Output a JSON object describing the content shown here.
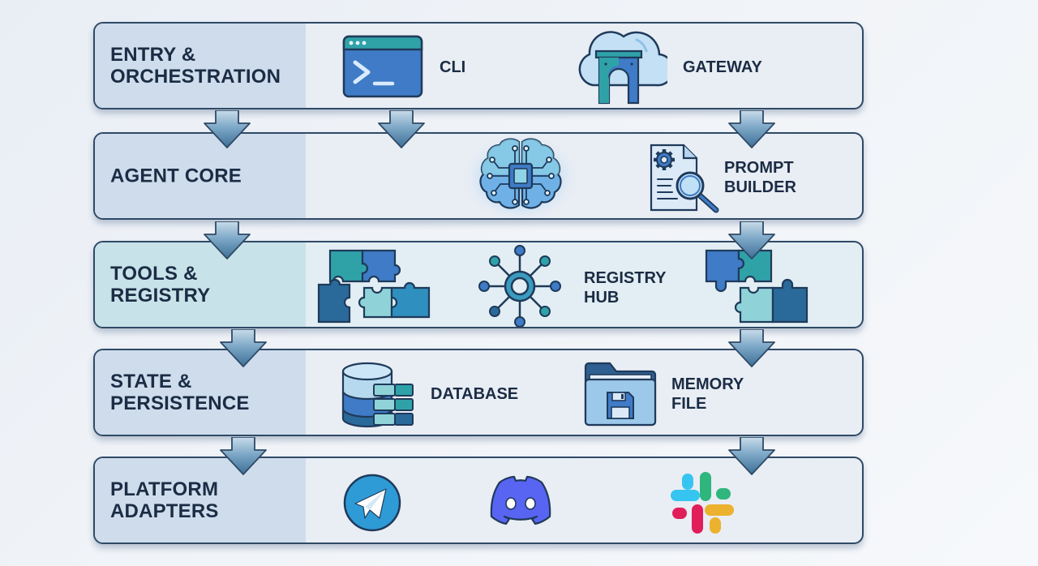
{
  "diagram": {
    "layers": [
      {
        "label": "ENTRY &\nORCHESTRATION",
        "components": [
          {
            "label": "CLI",
            "icon": "terminal-window-icon"
          },
          {
            "label": "GATEWAY",
            "icon": "cloud-gateway-icon"
          }
        ]
      },
      {
        "label": "AGENT CORE",
        "components": [
          {
            "label": "",
            "icon": "brain-chip-icon"
          },
          {
            "label": "PROMPT\nBUILDER",
            "icon": "document-gear-magnifier-icon"
          }
        ]
      },
      {
        "label": "TOOLS &\nREGISTRY",
        "components": [
          {
            "label": "",
            "icon": "puzzle-pieces-icon"
          },
          {
            "label": "REGISTRY\nHUB",
            "icon": "hub-network-icon"
          },
          {
            "label": "",
            "icon": "puzzle-pieces-small-icon"
          }
        ]
      },
      {
        "label": "STATE &\nPERSISTENCE",
        "components": [
          {
            "label": "DATABASE",
            "icon": "database-icon"
          },
          {
            "label": "MEMORY\nFILE",
            "icon": "folder-floppy-icon"
          }
        ]
      },
      {
        "label": "PLATFORM\nADAPTERS",
        "components": [
          {
            "label": "",
            "icon": "telegram-icon"
          },
          {
            "label": "",
            "icon": "discord-icon"
          },
          {
            "label": "",
            "icon": "slack-icon"
          }
        ]
      }
    ],
    "flow_arrows": [
      {
        "from": "ENTRY & ORCHESTRATION",
        "to": "AGENT CORE",
        "count": 3
      },
      {
        "from": "AGENT CORE",
        "to": "TOOLS & REGISTRY",
        "count": 2
      },
      {
        "from": "TOOLS & REGISTRY",
        "to": "STATE & PERSISTENCE",
        "count": 2
      },
      {
        "from": "STATE & PERSISTENCE",
        "to": "PLATFORM ADAPTERS",
        "count": 2
      }
    ],
    "colors": {
      "border": "#2f4a66",
      "text": "#1b2c44",
      "arrow": "#4f86ad",
      "telegram": "#2e9bd6",
      "discord": "#5865f2",
      "slack_blue": "#36c5f0",
      "slack_green": "#2eb67d",
      "slack_red": "#e01e5a",
      "slack_yellow": "#ecb22e"
    }
  }
}
